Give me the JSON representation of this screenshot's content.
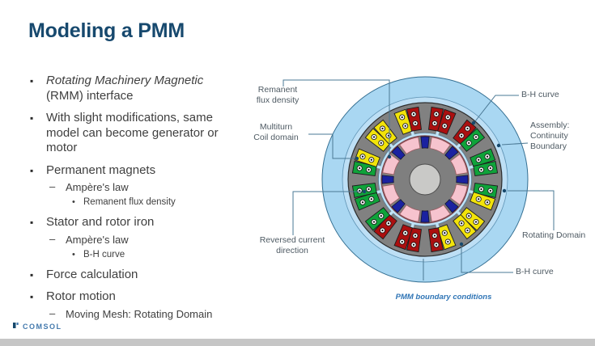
{
  "slide": {
    "title": "Modeling a PMM",
    "bullets": [
      {
        "level": 1,
        "em": "Rotating Machinery Magnetic",
        "text": " (RMM) interface"
      },
      {
        "level": 1,
        "text": "With slight modifications, same model can become generator or motor"
      },
      {
        "level": 1,
        "text": "Permanent magnets"
      },
      {
        "level": 2,
        "text": "Ampère's law"
      },
      {
        "level": 3,
        "text": "Remanent flux density"
      },
      {
        "level": 1,
        "text": "Stator and rotor iron"
      },
      {
        "level": 2,
        "text": "Ampère's law"
      },
      {
        "level": 3,
        "text": "B-H curve"
      },
      {
        "level": 1,
        "text": "Force calculation"
      },
      {
        "level": 1,
        "text": "Rotor motion"
      },
      {
        "level": 2,
        "text": "Moving Mesh: Rotating Domain"
      }
    ],
    "caption": "PMM boundary conditions",
    "footer_logo": "COMSOL"
  },
  "diagram": {
    "callouts": [
      {
        "id": "remanent",
        "lines": [
          "Remanent",
          "flux density"
        ]
      },
      {
        "id": "multiturn",
        "lines": [
          "Multiturn",
          "Coil domain"
        ]
      },
      {
        "id": "reversed",
        "lines": [
          "Reversed current",
          "direction"
        ]
      },
      {
        "id": "bh_top",
        "lines": [
          "B-H curve"
        ]
      },
      {
        "id": "assembly",
        "lines": [
          "Assembly:",
          "Continuity",
          "Boundary"
        ]
      },
      {
        "id": "rotating",
        "lines": [
          "Rotating Domain"
        ]
      },
      {
        "id": "bh_bottom",
        "lines": [
          "B-H curve"
        ]
      }
    ],
    "slots_clockwise_from_top": [
      [
        "red",
        "red"
      ],
      [
        "red",
        "green"
      ],
      [
        "green",
        "green"
      ],
      [
        "green",
        "yellow"
      ],
      [
        "yellow",
        "yellow"
      ],
      [
        "yellow",
        "red"
      ],
      [
        "red",
        "red"
      ],
      [
        "red",
        "green"
      ],
      [
        "green",
        "green"
      ],
      [
        "green",
        "yellow"
      ],
      [
        "yellow",
        "yellow"
      ],
      [
        "yellow",
        "red"
      ]
    ],
    "magnets": {
      "pole_pairs": 8,
      "colors": [
        "blue",
        "pink"
      ]
    },
    "colors": {
      "outer_domain": "#a9d7f2",
      "inner_band": "#bddff5",
      "airgap": "#bfe3f6",
      "stator_gray": "#818181",
      "rotor_gray": "#7f7f7f",
      "shaft_gray": "#c9c9c7",
      "magnet_pink": "#f6c3ce",
      "magnet_blue": "#1a22a0",
      "coil_yellow": "#f2e30a",
      "coil_red": "#ab0f0f",
      "coil_green": "#0fa33a",
      "connector_line": "#4a7894",
      "connector_dot": "#17496d",
      "label_text": "#4e5a63",
      "caption_blue": "#2e74b5",
      "title_navy": "#17496e",
      "body_text": "#3f3f3f"
    }
  }
}
